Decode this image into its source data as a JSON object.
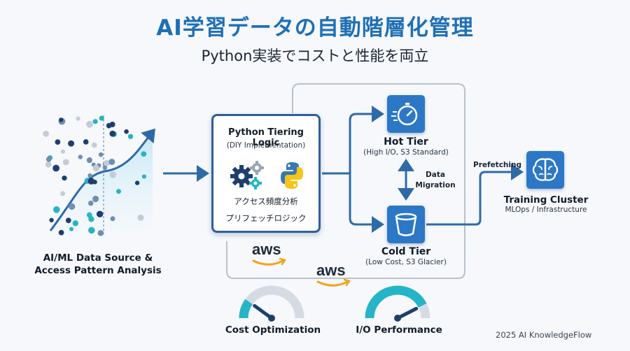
{
  "title": "AI学習データの自動階層化管理",
  "subtitle": "Python実装でコストと性能を両立",
  "source": {
    "label_line1": "AI/ML Data Source &",
    "label_line2": "Access Pattern Analysis"
  },
  "logic": {
    "title": "Python Tiering Logic",
    "subtitle": "(DIY Implementation)",
    "line1": "アクセス頻度分析",
    "line2": "プリフェッチロジック"
  },
  "hot_tier": {
    "label": "Hot Tier",
    "sub": "(High I/O, S3 Standard)"
  },
  "cold_tier": {
    "label": "Cold Tier",
    "sub": "(Low Cost, S3 Glacier)"
  },
  "migration": {
    "line1": "Data",
    "line2": "Migration"
  },
  "prefetching": "Prefetching",
  "cluster": {
    "label": "Training Cluster",
    "sub": "MLOps / Infrastructure"
  },
  "aws": "aws",
  "gauges": {
    "cost": {
      "label": "Cost Optimization",
      "level": 0.2
    },
    "io": {
      "label": "I/O Performance",
      "level": 0.85
    }
  },
  "copyright": "2025 AI KnowledgeFlow",
  "colors": {
    "accent": "#1f6fb5",
    "icon_bg": "#2c78c6",
    "arrow": "#2f6aa8",
    "teal": "#26b4c8",
    "navy": "#1e3f6e"
  }
}
